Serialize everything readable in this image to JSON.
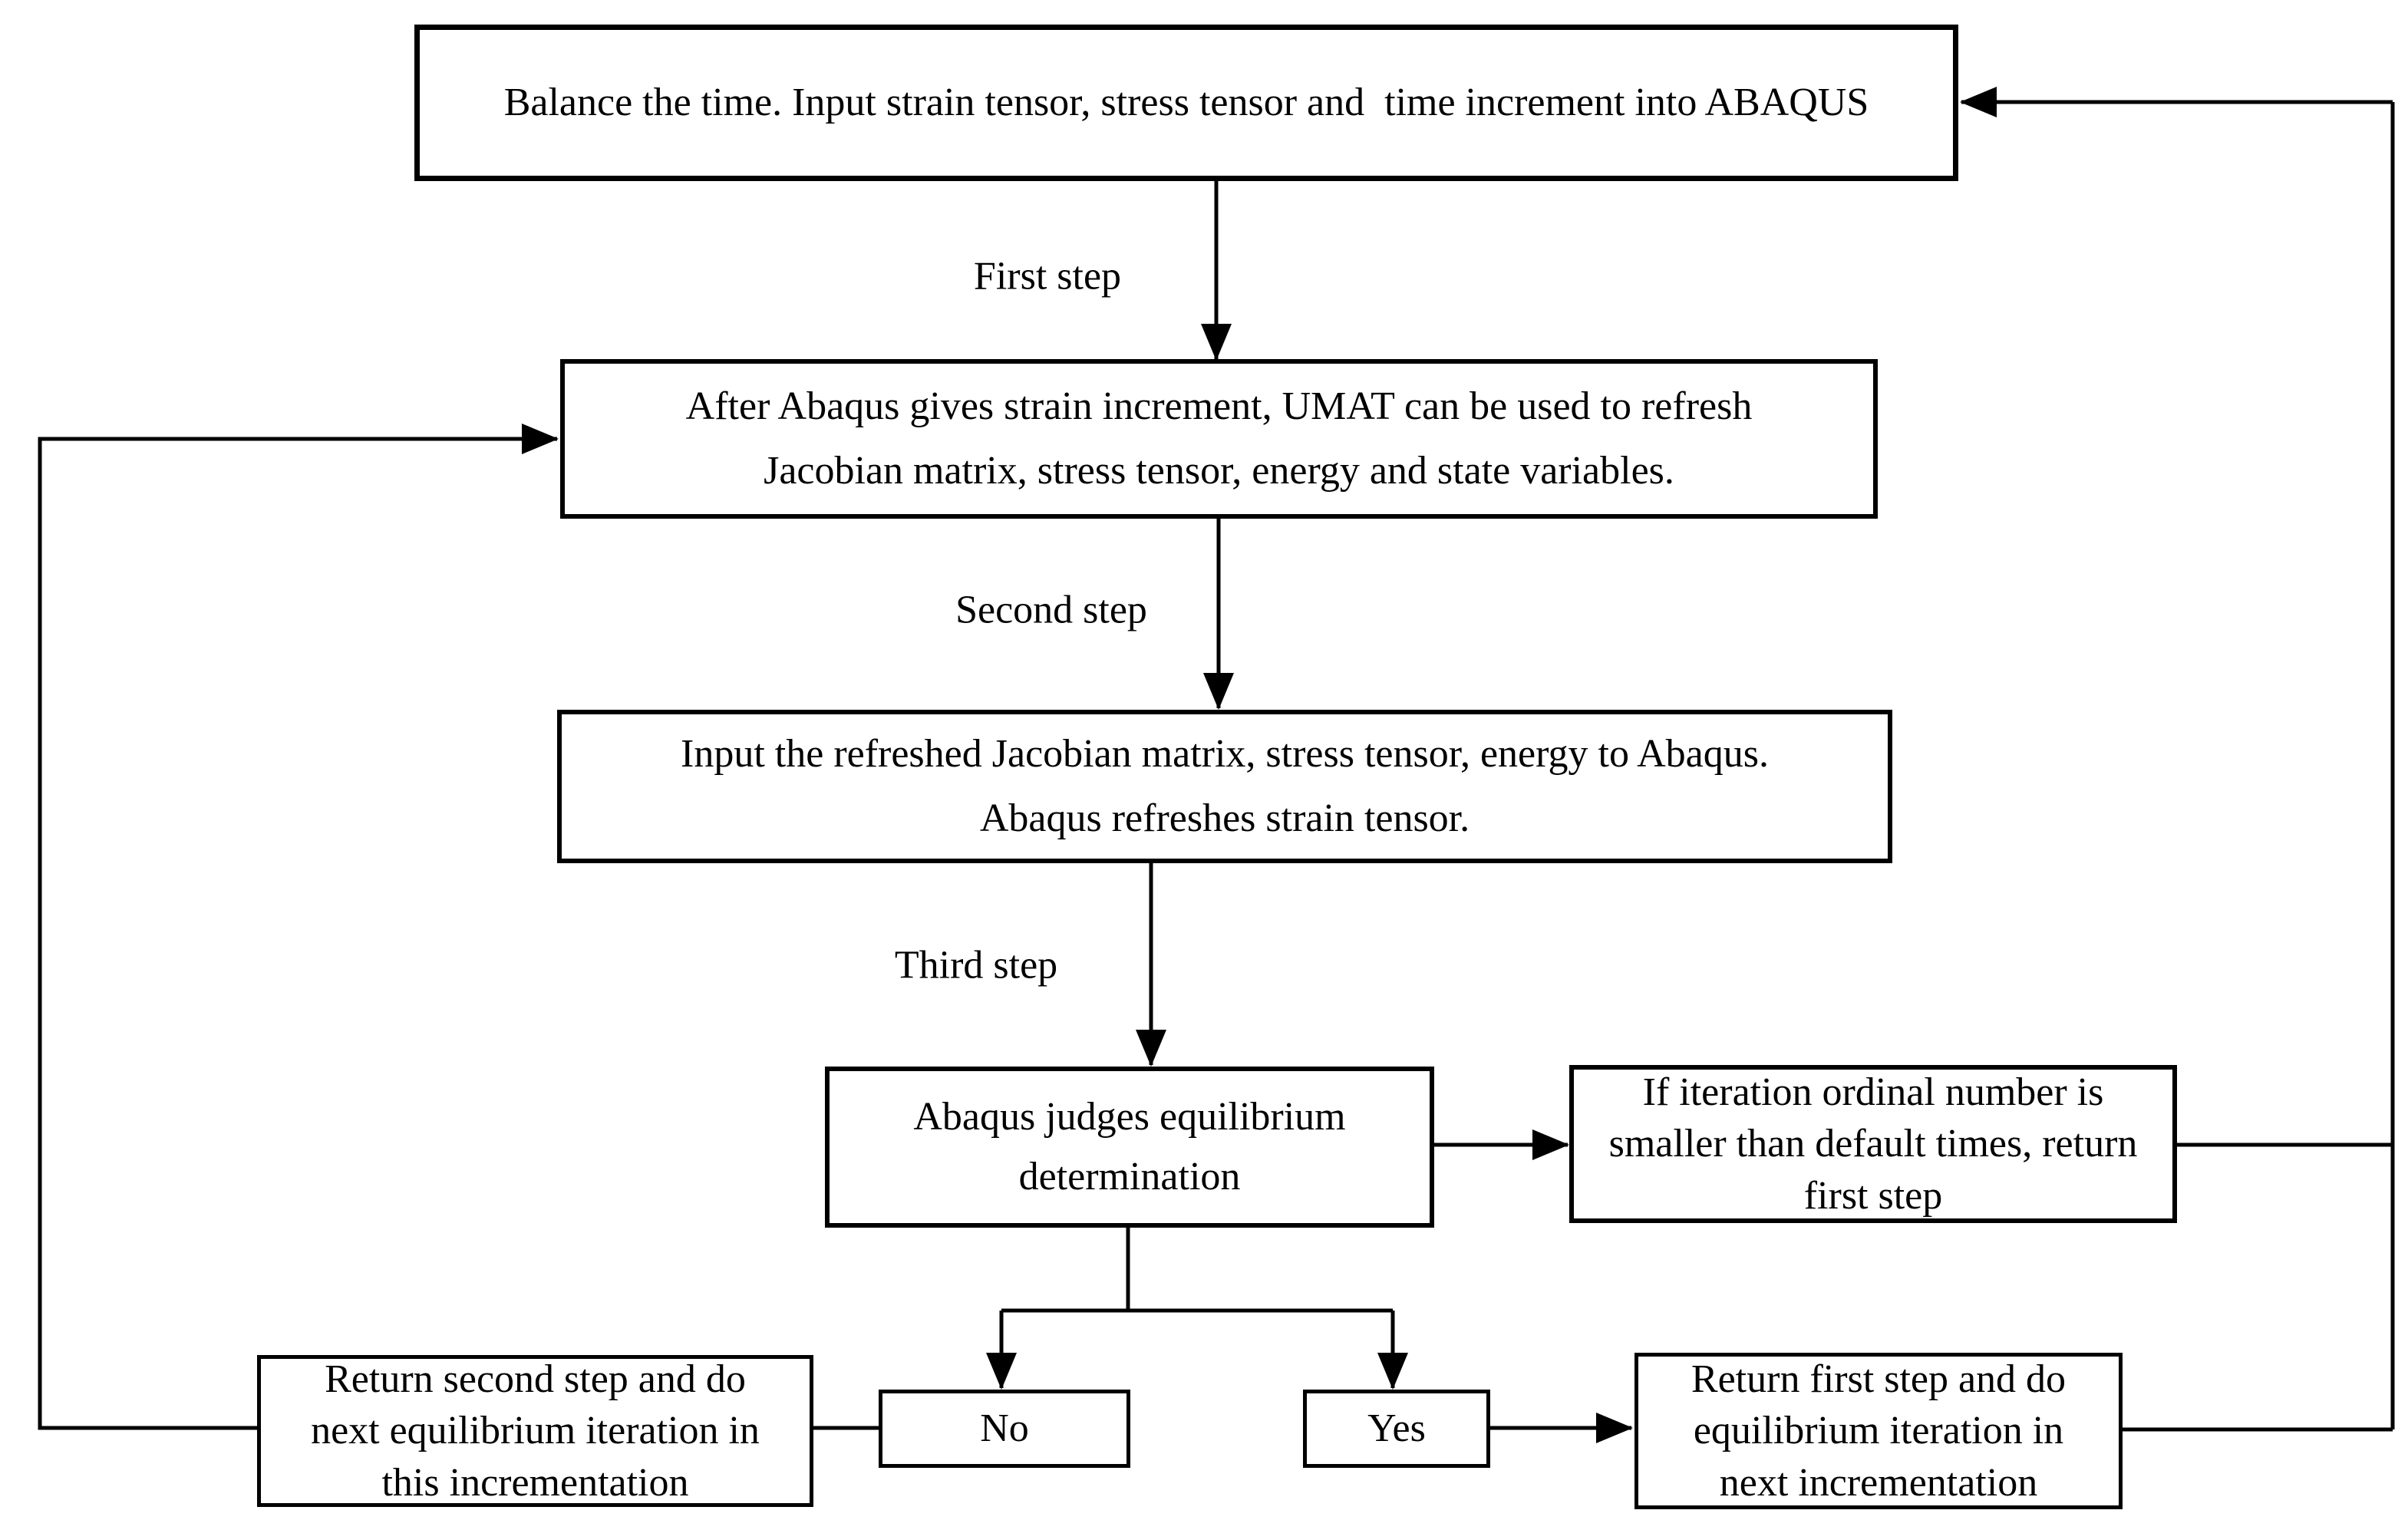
{
  "diagram": {
    "title": "ABAQUS UMAT iteration flowchart",
    "background_color": "#ffffff",
    "line_color": "#000000",
    "text_color": "#000000",
    "boxes": {
      "balance": {
        "lines": [
          "Balance the time. Input strain tensor, stress tensor and  time increment into ABAQUS"
        ]
      },
      "umat_refresh": {
        "lines": [
          "After Abaqus gives strain increment, UMAT can be used to refresh",
          "Jacobian matrix, stress tensor, energy and state variables."
        ]
      },
      "input_refreshed": {
        "lines": [
          "Input the refreshed Jacobian matrix, stress tensor, energy to Abaqus.",
          "Abaqus refreshes strain tensor."
        ]
      },
      "judge_equilibrium": {
        "lines": [
          "Abaqus judges equilibrium",
          "determination"
        ]
      },
      "iteration_ordinal": {
        "lines": [
          "If iteration ordinal number is",
          "smaller than default times, return",
          "first step"
        ]
      },
      "return_second_step": {
        "lines": [
          "Return second step and do",
          "next equilibrium iteration in",
          "this incrementation"
        ]
      },
      "no": {
        "label": "No"
      },
      "yes": {
        "label": "Yes"
      },
      "return_first_step": {
        "lines": [
          "Return first step and do",
          "equilibrium iteration in",
          "next incrementation"
        ]
      }
    },
    "labels": {
      "first_step": "First step",
      "second_step": "Second step",
      "third_step": "Third step"
    }
  }
}
